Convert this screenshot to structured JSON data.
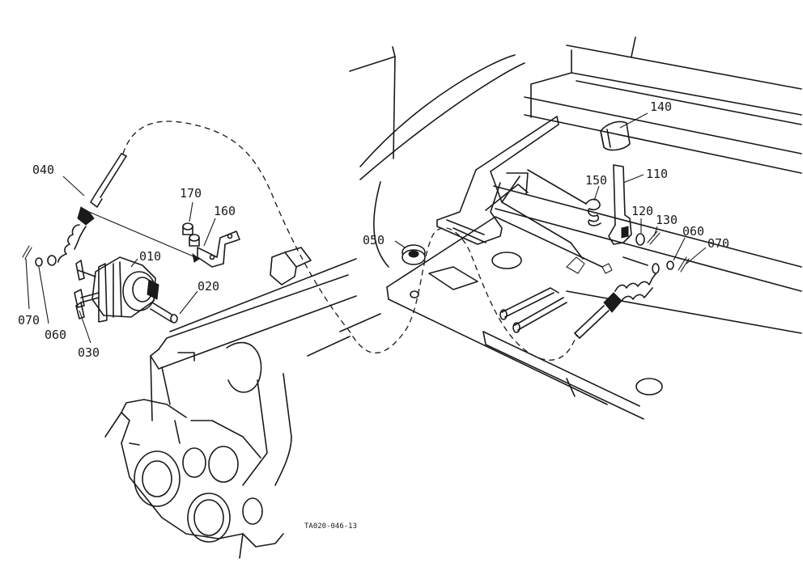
{
  "callouts": [
    {
      "id": "p140",
      "text": "140"
    },
    {
      "id": "p110",
      "text": "110"
    },
    {
      "id": "p150",
      "text": "150"
    },
    {
      "id": "p120",
      "text": "120"
    },
    {
      "id": "p130",
      "text": "130"
    },
    {
      "id": "p060r",
      "text": "060"
    },
    {
      "id": "p070r",
      "text": "070"
    },
    {
      "id": "p050",
      "text": "050"
    },
    {
      "id": "p040",
      "text": "040"
    },
    {
      "id": "p170",
      "text": "170"
    },
    {
      "id": "p160",
      "text": "160"
    },
    {
      "id": "p010",
      "text": "010"
    },
    {
      "id": "p020",
      "text": "020"
    },
    {
      "id": "p070l",
      "text": "070"
    },
    {
      "id": "p060l",
      "text": "060"
    },
    {
      "id": "p030",
      "text": "030"
    }
  ],
  "reference_code": "TA020-046-13"
}
